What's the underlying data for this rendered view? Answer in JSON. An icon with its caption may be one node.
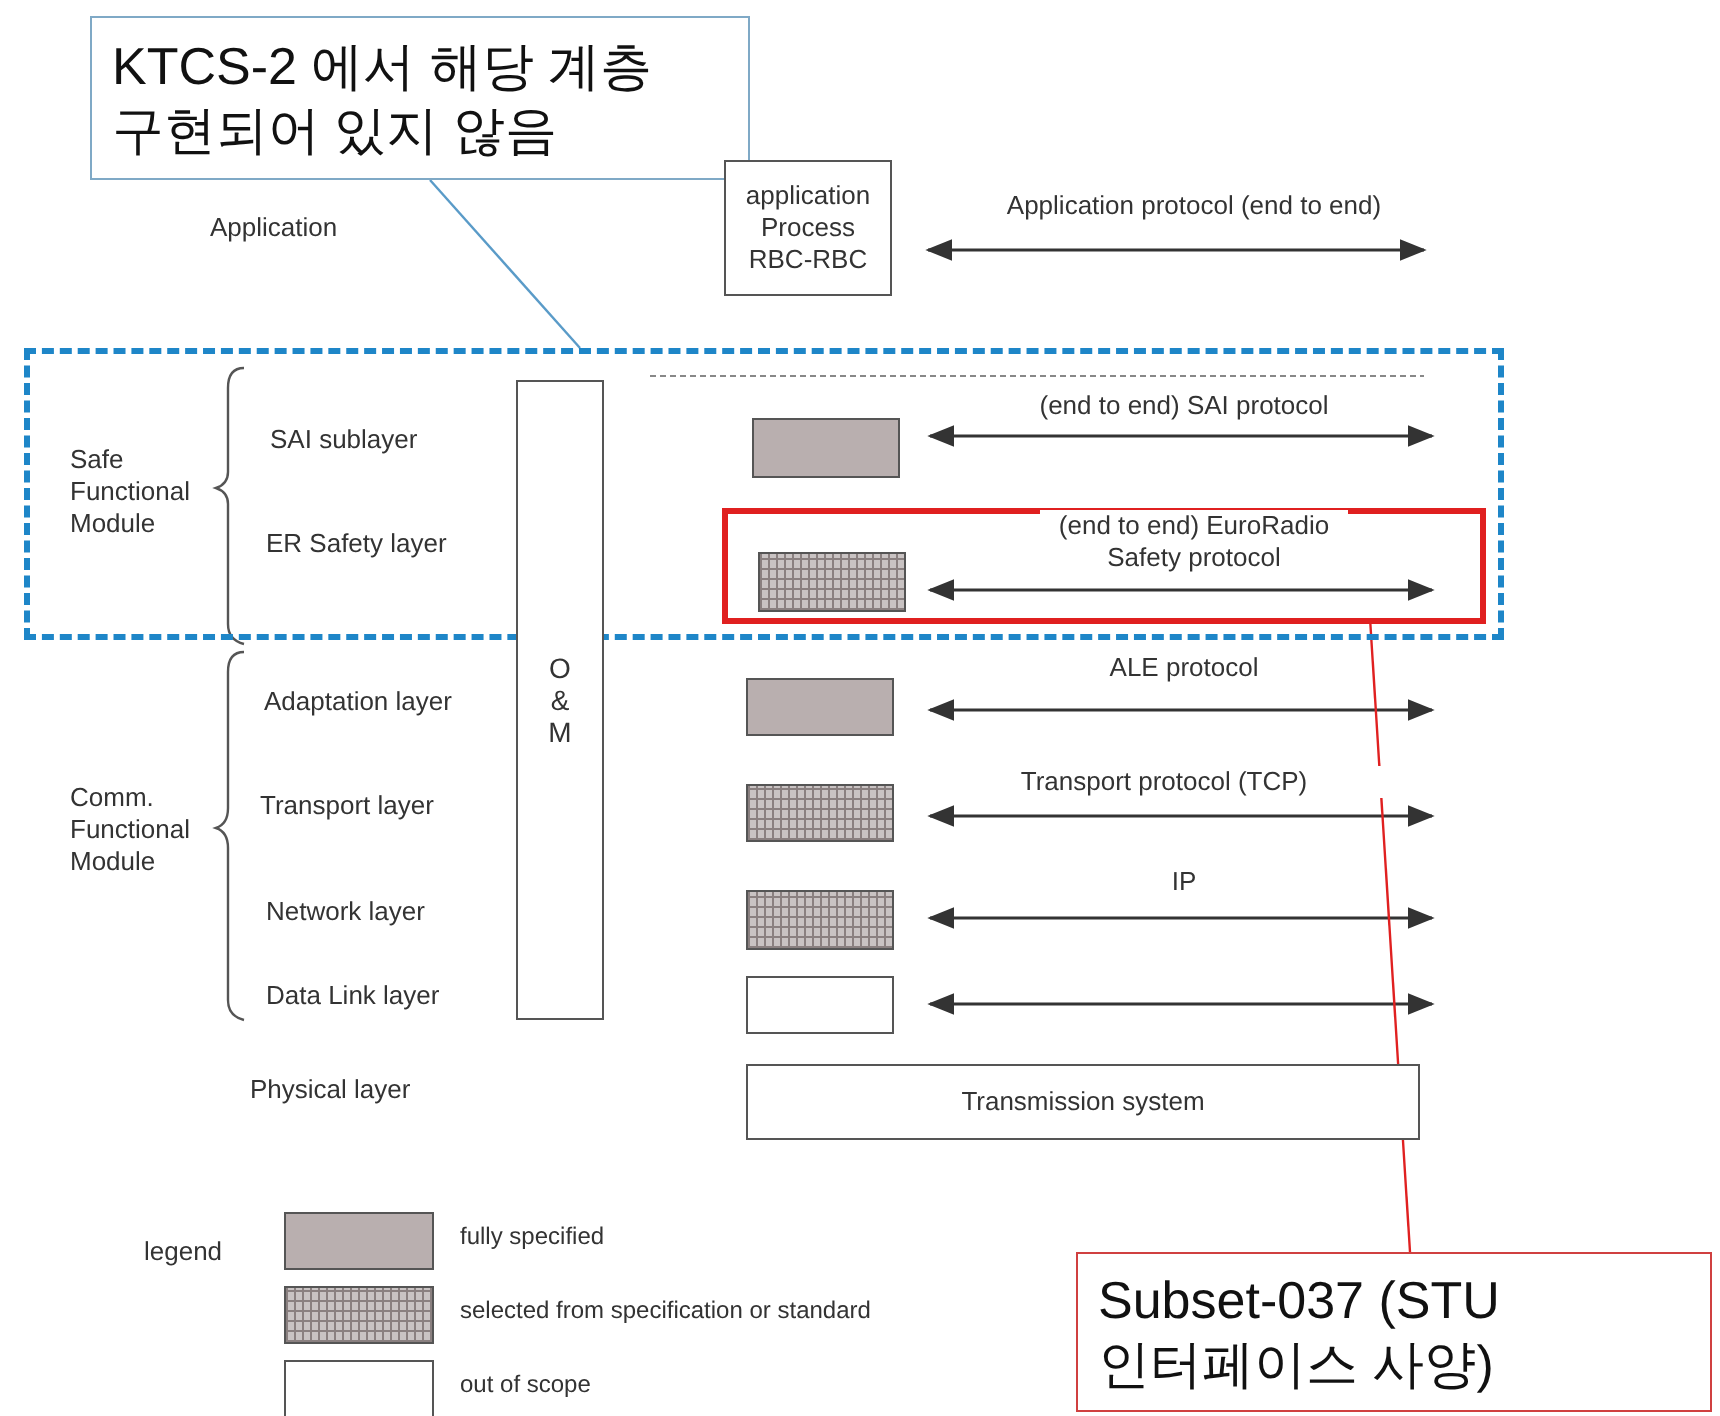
{
  "diagram": {
    "nodes": [
      {
        "text": [
          "KTCS-2 에서 해당 계층 구현되어 있지 않음"
        ]
      },
      {
        "text": [
          "application Process RBC-RBC"
        ]
      },
      {
        "text": [],
        "shape": "box"
      },
      {
        "text": [
          "O & M"
        ]
      },
      {
        "text": [],
        "shape": "box",
        "in": 2
      },
      {
        "text": [],
        "shape": "box",
        "in": 2
      },
      {
        "text": [],
        "shape": "box",
        "in": 5
      },
      {
        "text": [],
        "shape": "box"
      },
      {
        "text": [],
        "shape": "box"
      },
      {
        "text": [],
        "shape": "box"
      },
      {
        "text": [],
        "shape": "box"
      },
      {
        "text": [
          "Transmission system"
        ]
      },
      {
        "text": [
          "Subset-037 (STU 인터페이스 사양)"
        ]
      }
    ],
    "edges": [
      {
        "from": 0,
        "to": 2,
        "arrow": "none",
        "color": "#5a9bc8"
      },
      {
        "from": 1,
        "to": null,
        "arrow": "both",
        "label": "Application protocol (end to end)"
      },
      {
        "from": 4,
        "to": null,
        "arrow": "both",
        "label": "(end to end) SAI protocol"
      },
      {
        "from": 6,
        "to": null,
        "arrow": "both",
        "label": "(end to end) EuroRadio Safety protocol"
      },
      {
        "from": 7,
        "to": null,
        "arrow": "both",
        "label": "ALE protocol"
      },
      {
        "from": 8,
        "to": null,
        "arrow": "both",
        "label": "Transport protocol (TCP)"
      },
      {
        "from": 9,
        "to": null,
        "arrow": "both",
        "label": "IP"
      },
      {
        "from": 10,
        "to": null,
        "arrow": "both"
      },
      {
        "from": 12,
        "to": 5,
        "arrow": "none",
        "color": "#e02020"
      }
    ],
    "labels": [
      "Application",
      "Safe Functional Module",
      "SAI sublayer",
      "ER Safety layer",
      "Adaptation layer",
      "Comm. Functional Module",
      "Transport layer",
      "Network layer",
      "Data Link layer",
      "Physical layer",
      "legend"
    ],
    "legend": [
      {
        "text": "fully specified",
        "color": "#b9afaf"
      },
      {
        "text": "selected from specification or standard"
      },
      {
        "text": "out of scope",
        "color": "#ffffff"
      }
    ]
  }
}
